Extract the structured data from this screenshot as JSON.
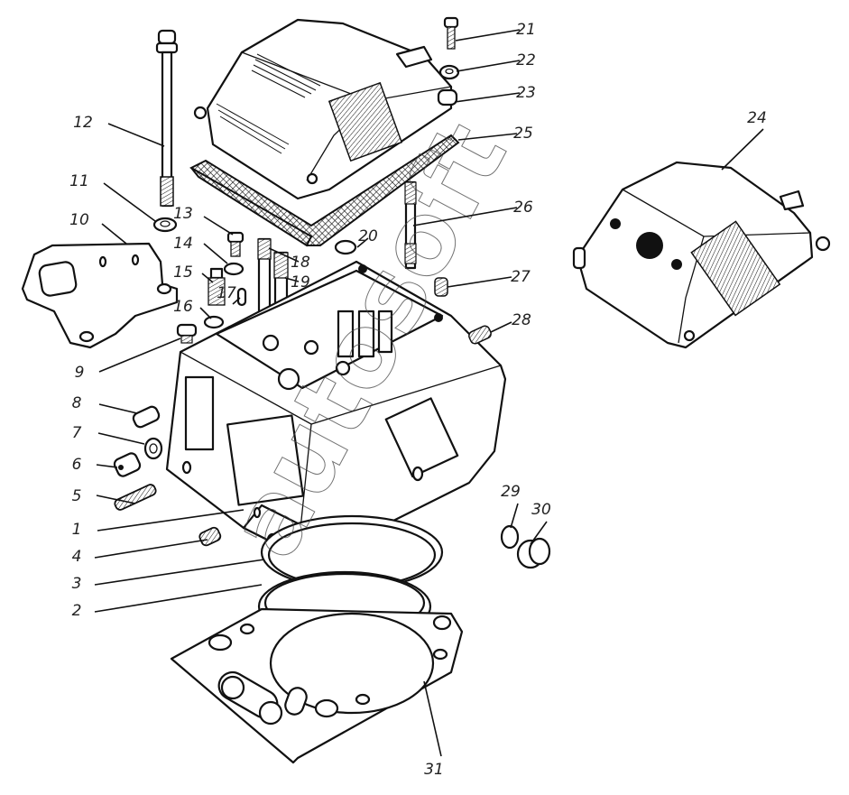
{
  "diagram": {
    "title": "Cylinder head assembly exploded view",
    "watermark": "autosoft",
    "callouts": [
      {
        "num": "1"
      },
      {
        "num": "2"
      },
      {
        "num": "3"
      },
      {
        "num": "4"
      },
      {
        "num": "5"
      },
      {
        "num": "6"
      },
      {
        "num": "7"
      },
      {
        "num": "8"
      },
      {
        "num": "9"
      },
      {
        "num": "10"
      },
      {
        "num": "11"
      },
      {
        "num": "12"
      },
      {
        "num": "13"
      },
      {
        "num": "14"
      },
      {
        "num": "15"
      },
      {
        "num": "16"
      },
      {
        "num": "17"
      },
      {
        "num": "18"
      },
      {
        "num": "19"
      },
      {
        "num": "20"
      },
      {
        "num": "21"
      },
      {
        "num": "22"
      },
      {
        "num": "23"
      },
      {
        "num": "24"
      },
      {
        "num": "25"
      },
      {
        "num": "26"
      },
      {
        "num": "27"
      },
      {
        "num": "28"
      },
      {
        "num": "29"
      },
      {
        "num": "30"
      },
      {
        "num": "31"
      }
    ],
    "parts": [
      {
        "id": "cylinder-head",
        "callout": "1"
      },
      {
        "id": "gasket-ring-lower",
        "callout": "2"
      },
      {
        "id": "gasket-ring-upper",
        "callout": "3"
      },
      {
        "id": "plug-4",
        "callout": "4"
      },
      {
        "id": "stud-5",
        "callout": "5"
      },
      {
        "id": "plug-fitting-6",
        "callout": "6"
      },
      {
        "id": "washer-7",
        "callout": "7"
      },
      {
        "id": "plug-8",
        "callout": "8"
      },
      {
        "id": "bolt-9",
        "callout": "9"
      },
      {
        "id": "bracket-10",
        "callout": "10"
      },
      {
        "id": "washer-11",
        "callout": "11"
      },
      {
        "id": "head-bolt-12",
        "callout": "12"
      },
      {
        "id": "bolt-13",
        "callout": "13"
      },
      {
        "id": "washer-14",
        "callout": "14"
      },
      {
        "id": "fitting-15",
        "callout": "15"
      },
      {
        "id": "washer-16",
        "callout": "16"
      },
      {
        "id": "pin-17",
        "callout": "17"
      },
      {
        "id": "stud-18",
        "callout": "18"
      },
      {
        "id": "stud-19",
        "callout": "19"
      },
      {
        "id": "bushing-20",
        "callout": "20"
      },
      {
        "id": "bolt-21",
        "callout": "21"
      },
      {
        "id": "washer-22",
        "callout": "22"
      },
      {
        "id": "spacer-23",
        "callout": "23"
      },
      {
        "id": "valve-cover-alt-24",
        "callout": "24"
      },
      {
        "id": "cover-gasket-25",
        "callout": "25"
      },
      {
        "id": "stud-26",
        "callout": "26"
      },
      {
        "id": "plug-27",
        "callout": "27"
      },
      {
        "id": "plug-28",
        "callout": "28"
      },
      {
        "id": "o-ring-29",
        "callout": "29"
      },
      {
        "id": "cap-30",
        "callout": "30"
      },
      {
        "id": "head-gasket-31",
        "callout": "31"
      }
    ]
  }
}
